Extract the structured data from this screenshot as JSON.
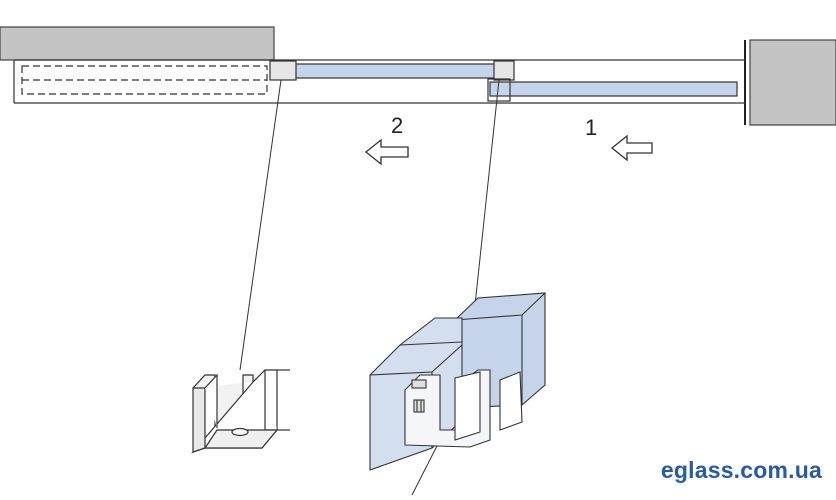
{
  "diagram": {
    "steps": [
      {
        "label": "1",
        "direction": "left"
      },
      {
        "label": "2",
        "direction": "left"
      }
    ],
    "colors": {
      "wall": "#c4c4c4",
      "glass": "#c5d4ea",
      "line": "#333333",
      "watermark": "#2a5aa0"
    }
  },
  "watermark": {
    "text": "eglass.com.ua"
  }
}
